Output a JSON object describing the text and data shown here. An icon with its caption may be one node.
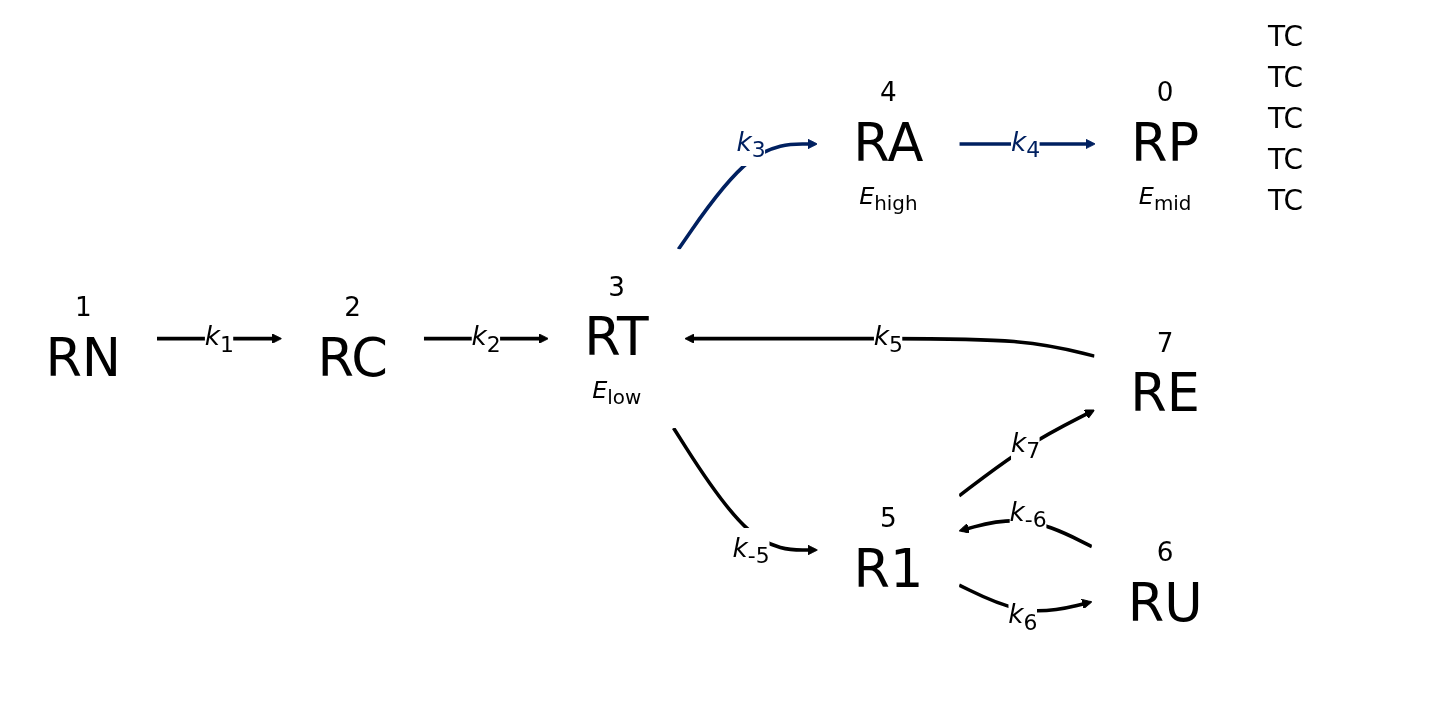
{
  "diagram": {
    "nodes": [
      {
        "text": [
          "1",
          "RN"
        ]
      },
      {
        "text": [
          "2",
          "RC"
        ]
      },
      {
        "text": [
          "3",
          "RT",
          "*E*$_{low}$"
        ]
      },
      {
        "text": [
          "4",
          "RA",
          "*E*$_{high}$"
        ]
      },
      {
        "text": [
          "0",
          "RP",
          "*E*$_{mid}$"
        ]
      },
      {
        "text": [
          "7",
          "RE"
        ]
      },
      {
        "text": [
          "5",
          "R1"
        ]
      },
      {
        "text": [
          "6",
          "RU"
        ]
      }
    ],
    "edges": [
      {
        "from": 0,
        "to": 1,
        "arrow": "to",
        "label": "*k*$_{1}$"
      },
      {
        "from": 1,
        "to": 2,
        "arrow": "to",
        "label": "*k*$_{2}$"
      },
      {
        "from": 2,
        "to": 3,
        "arrow": "to",
        "label": "*k*$_{3}$",
        "color": "#002060"
      },
      {
        "from": 3,
        "to": 4,
        "arrow": "to",
        "label": "*k*$_{4}$",
        "color": "#002060"
      },
      {
        "from": 5,
        "to": 2,
        "arrow": "to",
        "label": "*k*$_{5}$"
      },
      {
        "from": 2,
        "to": 6,
        "arrow": "to",
        "label": "*k*$_{-5}$"
      },
      {
        "from": 6,
        "to": 5,
        "arrow": "to",
        "label": "*k*$_{7}$"
      },
      {
        "from": 6,
        "to": 7,
        "arrow": "to",
        "label": "*k*$_{6}$"
      },
      {
        "from": 7,
        "to": 6,
        "arrow": "to",
        "label": "*k*$_{-6}$"
      }
    ],
    "labels": [
      "TC",
      "TC",
      "TC",
      "TC",
      "TC"
    ]
  }
}
